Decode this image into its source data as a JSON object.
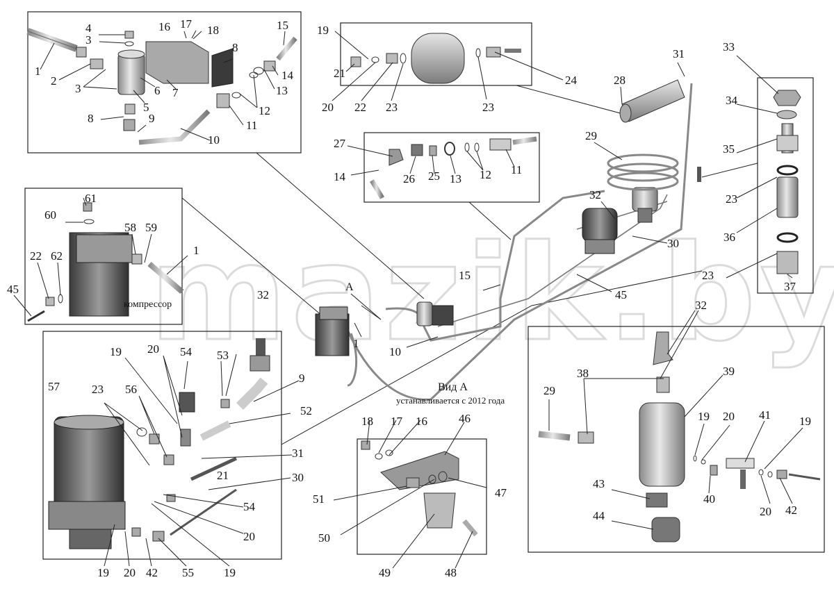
{
  "view_caption": "Вид А",
  "view_note": "устанавливается с 2012 года",
  "view_marker": "А",
  "compressor_label": "компрессор",
  "watermark": "mazik.by",
  "labels": {
    "n1": "1",
    "n2": "2",
    "n3a": "3",
    "n3b": "3",
    "n4": "4",
    "n5": "5",
    "n6": "6",
    "n7": "7",
    "n8a": "8",
    "n8b": "8",
    "n9a": "9",
    "n9b": "9",
    "n10a": "10",
    "n10b": "10",
    "n11a": "11",
    "n11b": "11",
    "n12a": "12",
    "n12b": "12",
    "n13a": "13",
    "n13b": "13",
    "n14a": "14",
    "n14b": "14",
    "n15a": "15",
    "n15b": "15",
    "n16a": "16",
    "n16b": "16",
    "n17a": "17",
    "n17b": "17",
    "n18a": "18",
    "n18b": "18",
    "n19a": "19",
    "n19b": "19",
    "n19c": "19",
    "n19d": "19",
    "n19e": "19",
    "n19f": "19",
    "n20a": "20",
    "n20b": "20",
    "n20c": "20",
    "n20d": "20",
    "n20e": "20",
    "n20f": "20",
    "n21a": "21",
    "n21b": "21",
    "n22a": "22",
    "n22b": "22",
    "n23a": "23",
    "n23b": "23",
    "n23c": "23",
    "n23d": "23",
    "n23e": "23",
    "n24": "24",
    "n25": "25",
    "n26": "26",
    "n27": "27",
    "n28": "28",
    "n29a": "29",
    "n29b": "29",
    "n30a": "30",
    "n30b": "30",
    "n31a": "31",
    "n31b": "31",
    "n32a": "32",
    "n32b": "32",
    "n32c": "32",
    "n33": "33",
    "n34": "34",
    "n35": "35",
    "n36": "36",
    "n37": "37",
    "n38": "38",
    "n39": "39",
    "n40": "40",
    "n41": "41",
    "n42a": "42",
    "n42b": "42",
    "n43": "43",
    "n44": "44",
    "n45a": "45",
    "n45b": "45",
    "n46": "46",
    "n47": "47",
    "n48": "48",
    "n49": "49",
    "n50": "50",
    "n51": "51",
    "n52": "52",
    "n53": "53",
    "n54a": "54",
    "n54b": "54",
    "n55": "55",
    "n56": "56",
    "n57": "57",
    "n58": "58",
    "n59": "59",
    "n1b": "1",
    "n60": "60",
    "n61": "61",
    "n62": "62"
  }
}
